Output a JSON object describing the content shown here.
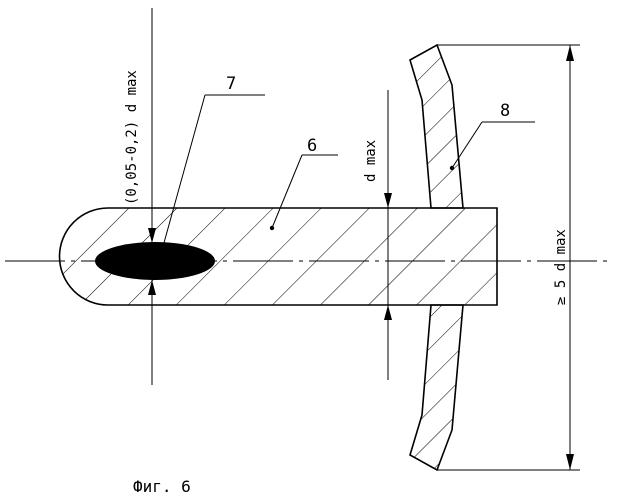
{
  "figure": {
    "caption": "Фиг. 6",
    "labels": {
      "part_6": "6",
      "part_7": "7",
      "part_8": "8"
    },
    "dimensions": {
      "inclusion_size": "(0,05-0,2) d max",
      "rod_diameter": "d max",
      "plate_height": "≥ 5 d max"
    }
  }
}
